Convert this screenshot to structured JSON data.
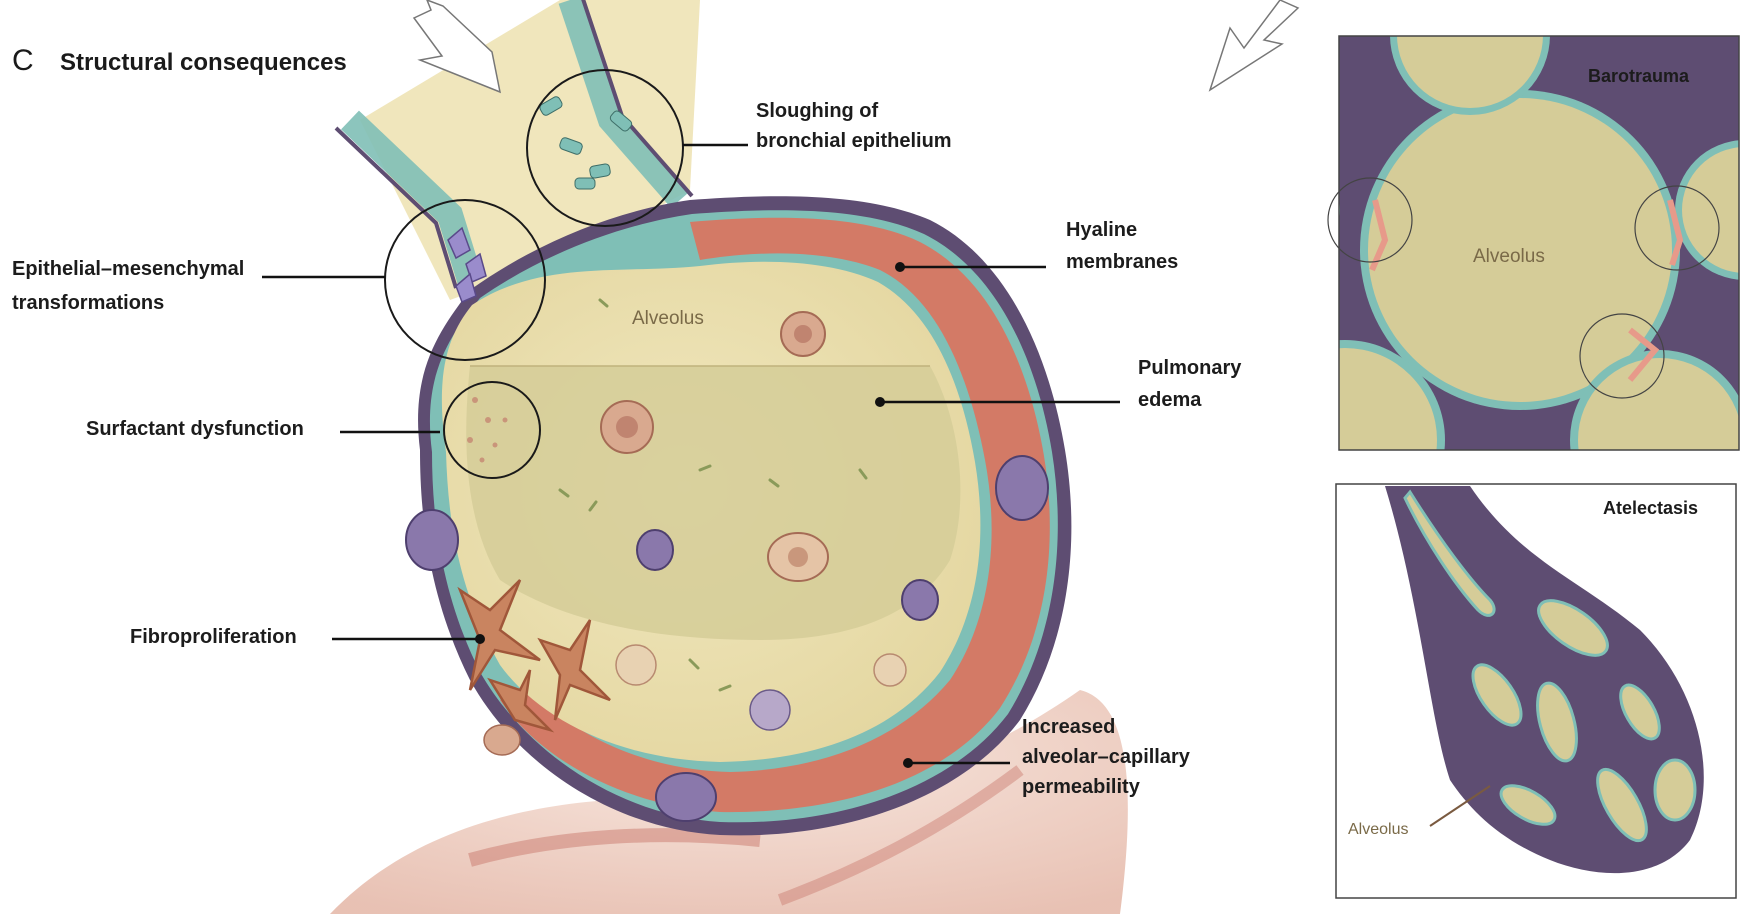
{
  "heading": {
    "letter": "C",
    "title": "Structural consequences"
  },
  "labels": {
    "sloughing": [
      "Sloughing of",
      "bronchial epithelium"
    ],
    "epithelial": [
      "Epithelial–mesenchymal",
      "transformations"
    ],
    "hyaline": [
      "Hyaline",
      "membranes"
    ],
    "pulmonary": [
      "Pulmonary",
      "edema"
    ],
    "surfactant": [
      "Surfactant dysfunction"
    ],
    "fibro": [
      "Fibroproliferation"
    ],
    "permeability": [
      "Increased",
      "alveolar–capillary",
      "permeability"
    ],
    "alveolus_main": "Alveolus"
  },
  "panels": {
    "barotrauma": {
      "title": "Barotrauma",
      "alveolus": "Alveolus"
    },
    "atelectasis": {
      "title": "Atelectasis",
      "alveolus": "Alveolus"
    }
  },
  "colors": {
    "wall": "#5e4d72",
    "lumen": "#e9dfae",
    "edema": "#d5cc98",
    "hyaline": "#d37a66",
    "epithelium": "#7fbfb6",
    "cell_purple": "#8a78ab",
    "cell_tan": "#d9a98f",
    "fibroblast": "#a0573a"
  }
}
